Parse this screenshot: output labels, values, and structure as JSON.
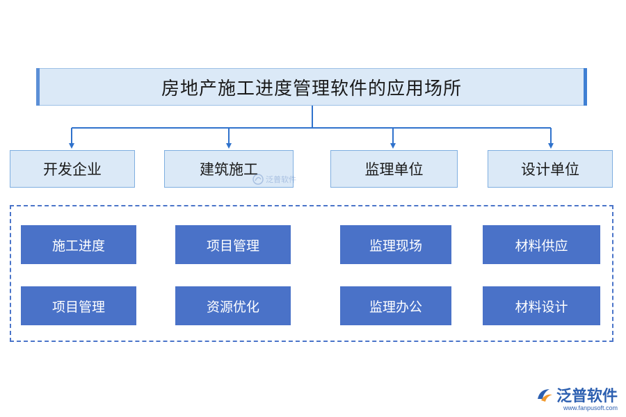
{
  "diagram": {
    "title": "房地产施工进度管理软件的应用场所",
    "categories": [
      {
        "label": "开发企业"
      },
      {
        "label": "建筑施工"
      },
      {
        "label": "监理单位"
      },
      {
        "label": "设计单位"
      }
    ],
    "items": [
      {
        "label": "施工进度"
      },
      {
        "label": "项目管理"
      },
      {
        "label": "监理现场"
      },
      {
        "label": "材料供应"
      },
      {
        "label": "项目管理"
      },
      {
        "label": "资源优化"
      },
      {
        "label": "监理办公"
      },
      {
        "label": "材料设计"
      }
    ]
  },
  "watermark": {
    "text": "泛普软件"
  },
  "logo": {
    "brand": "泛普软件",
    "url": "www.fanpusoft.com",
    "icon": "fanpu-logo-icon"
  },
  "colors": {
    "light_box": "#dbe9f7",
    "dark_box": "#4a72c8",
    "connector": "#2f72cc"
  }
}
